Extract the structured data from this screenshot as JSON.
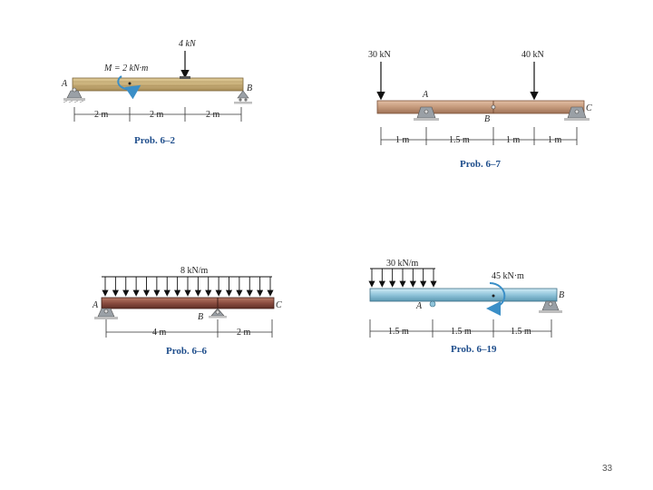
{
  "slide": {
    "page_number": "33"
  },
  "problems": [
    {
      "caption": "Prob. 6–2",
      "labels": {
        "force": "4 kN",
        "moment": "M = 2 kN·m",
        "support_a": "A",
        "support_b": "B"
      },
      "dims": [
        "2 m",
        "2 m",
        "2 m"
      ]
    },
    {
      "caption": "Prob. 6–7",
      "labels": {
        "force_left": "30 kN",
        "force_right": "40 kN",
        "support_a": "A",
        "hinge_b": "B",
        "support_c": "C"
      },
      "dims": [
        "1 m",
        "1.5 m",
        "1 m",
        "1 m"
      ]
    },
    {
      "caption": "Prob. 6–6",
      "labels": {
        "load": "8 kN/m",
        "support_a": "A",
        "support_b": "B",
        "end_c": "C"
      },
      "dims": [
        "4 m",
        "2 m"
      ]
    },
    {
      "caption": "Prob. 6–19",
      "labels": {
        "load": "30 kN/m",
        "moment": "45 kN·m",
        "support_a": "A",
        "support_b": "B"
      },
      "dims": [
        "1.5 m",
        "1.5 m",
        "1.5 m"
      ]
    }
  ],
  "colors": {
    "wood": "#c9b07a",
    "copper": "#c59a7c",
    "steel_red": "#8b4d40",
    "blue_beam": "#8fc4da",
    "caption": "#1f4e8c",
    "moment_arrow": "#3b8fc7"
  }
}
